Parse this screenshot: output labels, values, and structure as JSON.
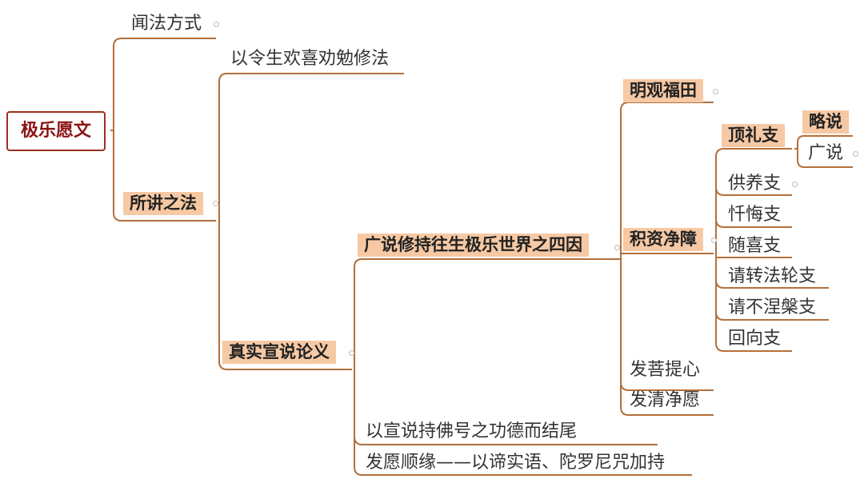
{
  "root": {
    "label": "极乐愿文"
  },
  "branches": {
    "wenfa": "闻法方式",
    "suojiang": "所讲之法",
    "yiling": "以令生欢喜劝勉修法",
    "zhenshi": "真实宣说论义",
    "guangshuo": "广说修持往生极乐世界之四因",
    "mingguan": "明观福田",
    "jizi": "积资净障",
    "dingli": "顶礼支",
    "lueshuo": "略说",
    "guangshuo2": "广说",
    "gongyang": "供养支",
    "chanhui": "忏悔支",
    "suixi": "随喜支",
    "qingzhuan": "请转法轮支",
    "qingbu": "请不涅槃支",
    "huixiang": "回向支",
    "faputi": "发菩提心",
    "faqing": "发清净愿",
    "yixuan": "以宣说持佛号之功德而结尾",
    "fayuan": "发愿顺缘——以谛实语、陀罗尼咒加持"
  },
  "colors": {
    "line": "#b3703c",
    "highlight": "#f6c9a4",
    "root_border": "#9c2f1e",
    "root_text": "#8a1414"
  }
}
